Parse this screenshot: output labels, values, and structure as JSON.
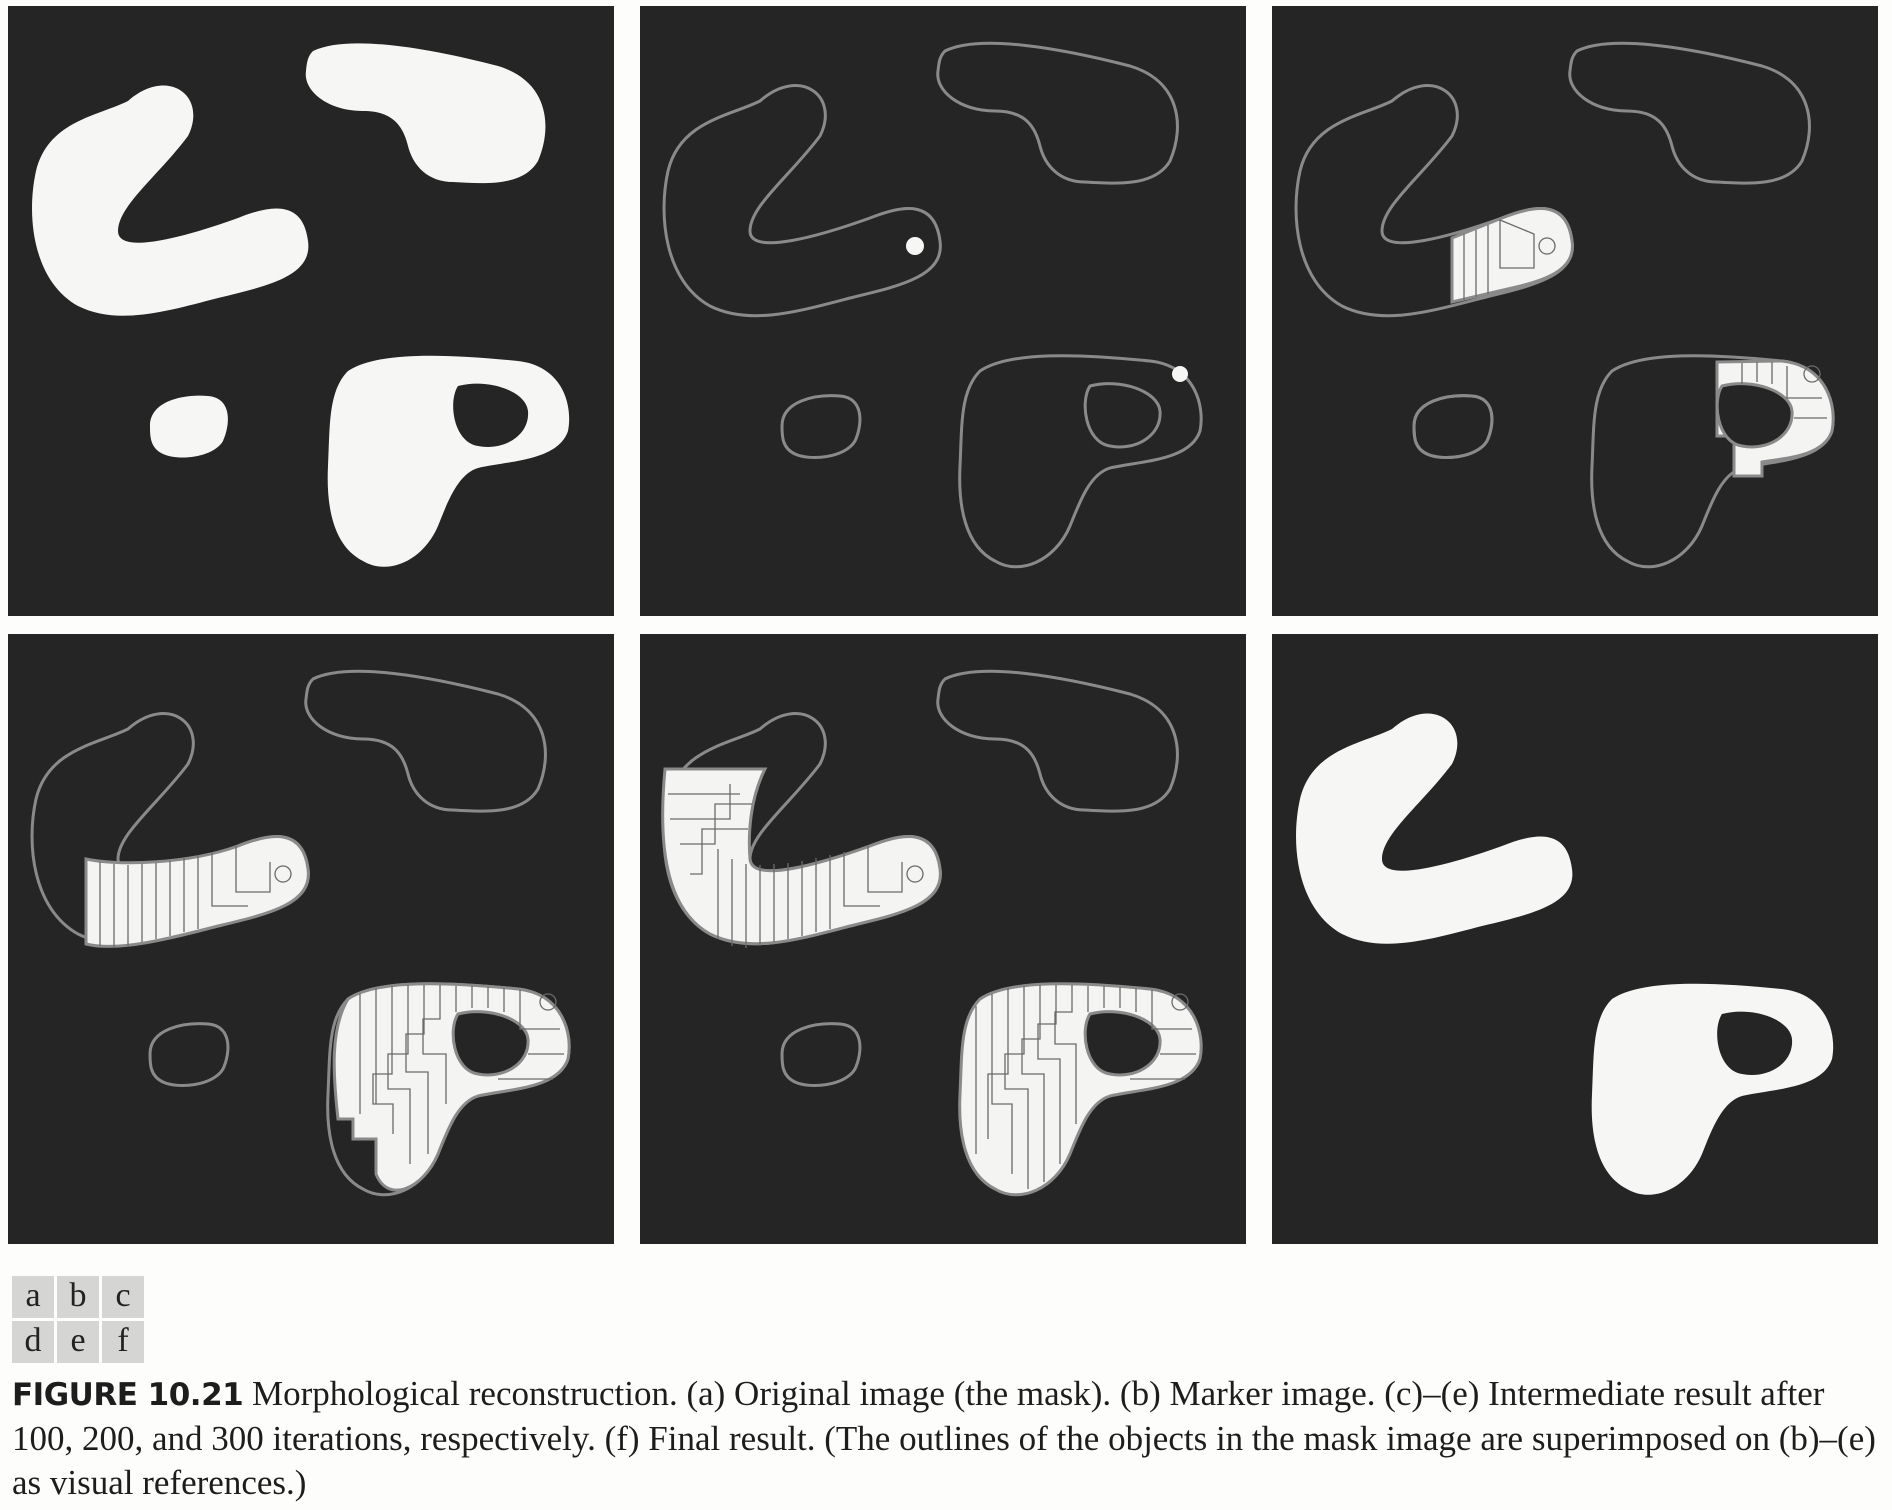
{
  "panel_grid": [
    [
      "a",
      "b",
      "c"
    ],
    [
      "d",
      "e",
      "f"
    ]
  ],
  "caption": {
    "label": "FIGURE 10.21",
    "text": " Morphological reconstruction. (a) Original image (the mask). (b) Marker image. (c)–(e) Intermediate result after 100, 200, and 300 iterations, respectively. (f) Final result. (The outlines of the objects in the mask image are superimposed on (b)–(e) as visual references.)"
  },
  "colors": {
    "panel_background": "#252525",
    "object_fill": "#f6f6f4",
    "outline": "#8a8a8a"
  }
}
